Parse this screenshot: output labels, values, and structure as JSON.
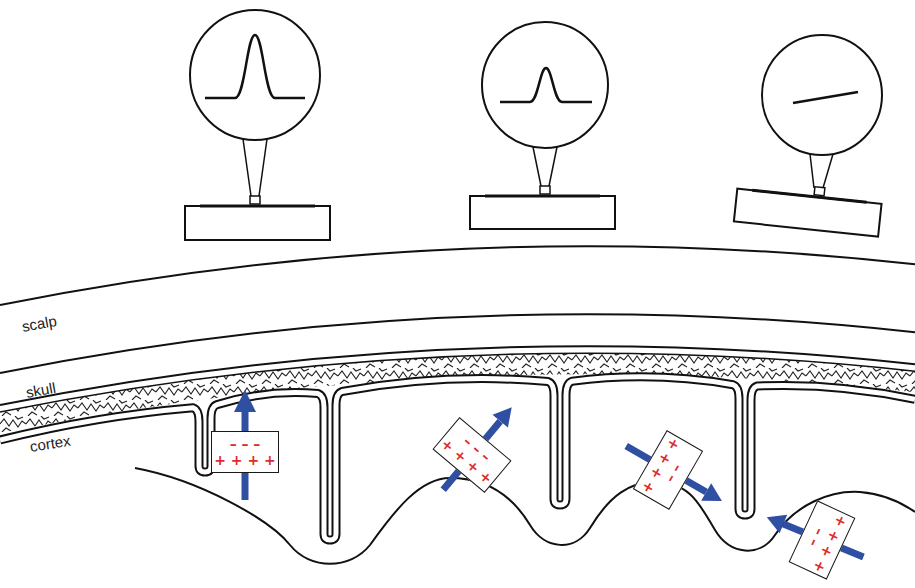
{
  "diagram": {
    "nodes": [
      {
        "text": [
          "– – –",
          "+ + + +"
        ]
      },
      {
        "text": [
          "– – –",
          "+ + + +"
        ]
      },
      {
        "text": [
          "– –",
          "+ + + +"
        ]
      },
      {
        "text": [
          "– –",
          "+ + + +"
        ]
      }
    ],
    "labels": [
      "scalp",
      "skull",
      "cortex"
    ]
  }
}
